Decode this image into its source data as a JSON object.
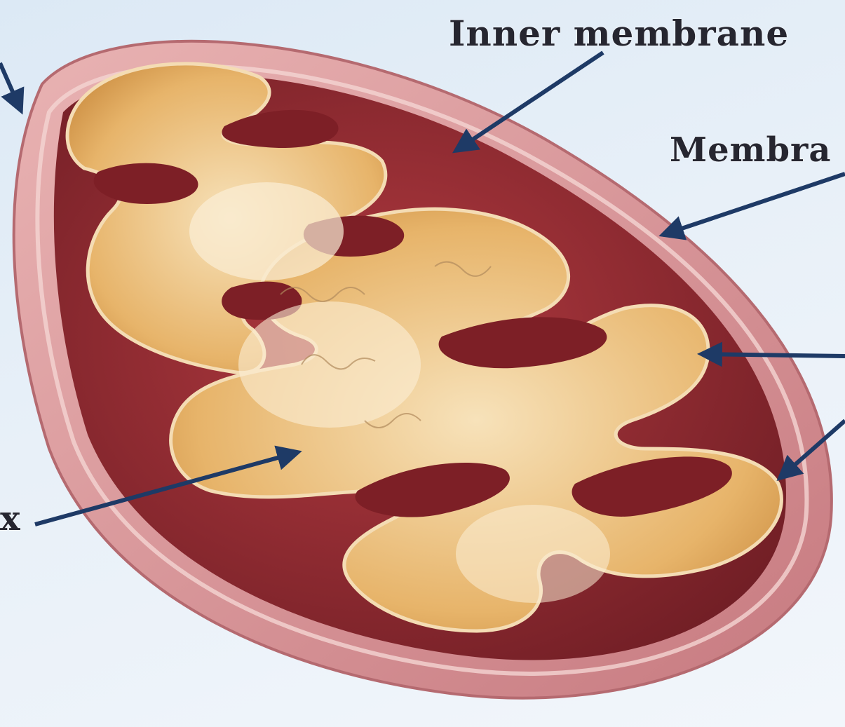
{
  "labels": {
    "inner_membrane": "Inner membrane",
    "outer_membrane": "Membra",
    "matrix": "x"
  },
  "colors": {
    "background": "#e6eef7",
    "outer_membrane": "#d6969a",
    "intermembrane_space": "#8a2830",
    "cristae_fill": "#e6b873",
    "cristae_edge": "#f4dcb4",
    "matrix_core": "#fbeed6",
    "arrow": "#1e3a66"
  },
  "icons": {
    "arrow": "arrow-icon"
  }
}
